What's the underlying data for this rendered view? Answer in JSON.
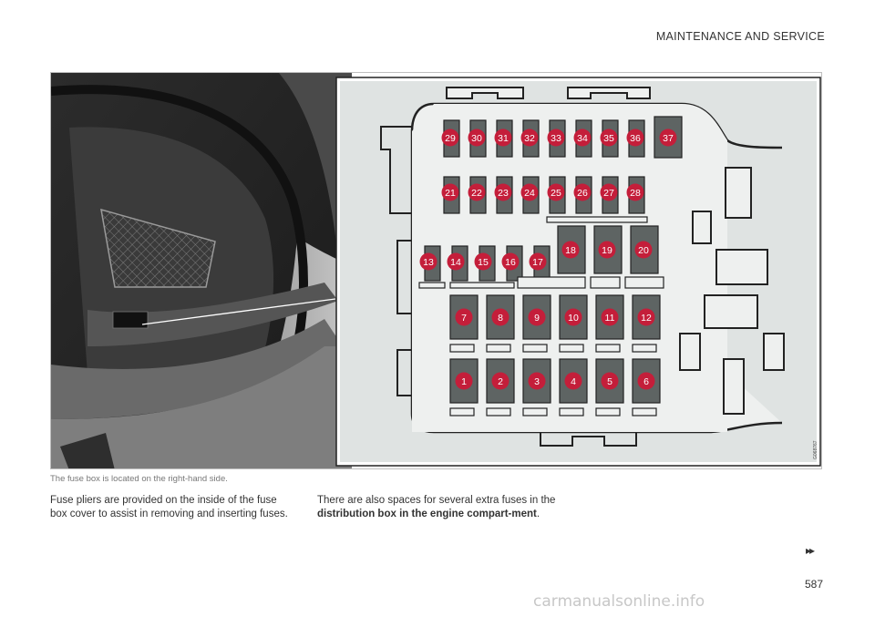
{
  "header": {
    "section": "MAINTENANCE AND SERVICE"
  },
  "figure": {
    "caption": "The fuse box is located on the right-hand side.",
    "image_code": "G068767",
    "fuses_top_row": [
      "29",
      "30",
      "31",
      "32",
      "33",
      "34",
      "35",
      "36",
      "37"
    ],
    "fuses_row2": [
      "21",
      "22",
      "23",
      "24",
      "25",
      "26",
      "27",
      "28"
    ],
    "fuses_row3_small": [
      "13",
      "14",
      "15",
      "16",
      "17"
    ],
    "fuses_row3_large": [
      "18",
      "19",
      "20"
    ],
    "fuses_row4": [
      "7",
      "8",
      "9",
      "10",
      "11",
      "12"
    ],
    "fuses_row5": [
      "1",
      "2",
      "3",
      "4",
      "5",
      "6"
    ]
  },
  "body": {
    "col1_text": "Fuse pliers are provided on the inside of the fuse box cover to assist in removing and inserting fuses.",
    "col2_text_before": "There are also spaces for several extra fuses in the ",
    "col2_bold": "distribution box in the engine compart-ment",
    "col2_text_after": "."
  },
  "footer": {
    "continued_marker": "▸▸",
    "page_number": "587",
    "watermark": "carmanualsonline.info"
  }
}
